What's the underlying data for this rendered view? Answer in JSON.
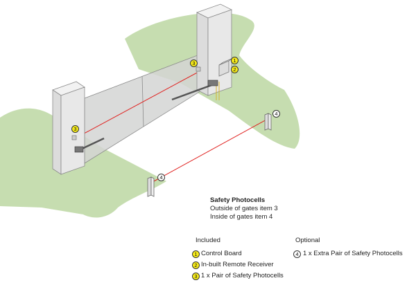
{
  "colors": {
    "grass": "#c6ddb0",
    "gate_panel": "#d3d5d4",
    "pillar": "#e6e7e6",
    "beam": "#e0201e",
    "badge_yellow": "#f7ec1a",
    "badge_white": "#ffffff",
    "motor_arm": "#555555"
  },
  "diagram": {
    "callout_1": "1",
    "callout_2": "2",
    "callout_3a": "3",
    "callout_3b": "3",
    "callout_4a": "4",
    "callout_4b": "4"
  },
  "info": {
    "title": "Safety Photocells",
    "line1": "Outside of gates item 3",
    "line2": "Inside of gates item 4"
  },
  "legend": {
    "included_heading": "Included",
    "optional_heading": "Optional",
    "included": [
      {
        "num": "1",
        "label": "Control Board"
      },
      {
        "num": "2",
        "label": "In-built Remote Receiver"
      },
      {
        "num": "3",
        "label": "1 x Pair of Safety Photocells"
      }
    ],
    "optional": [
      {
        "num": "4",
        "label": "1 x Extra Pair of Safety Photocells"
      }
    ]
  }
}
